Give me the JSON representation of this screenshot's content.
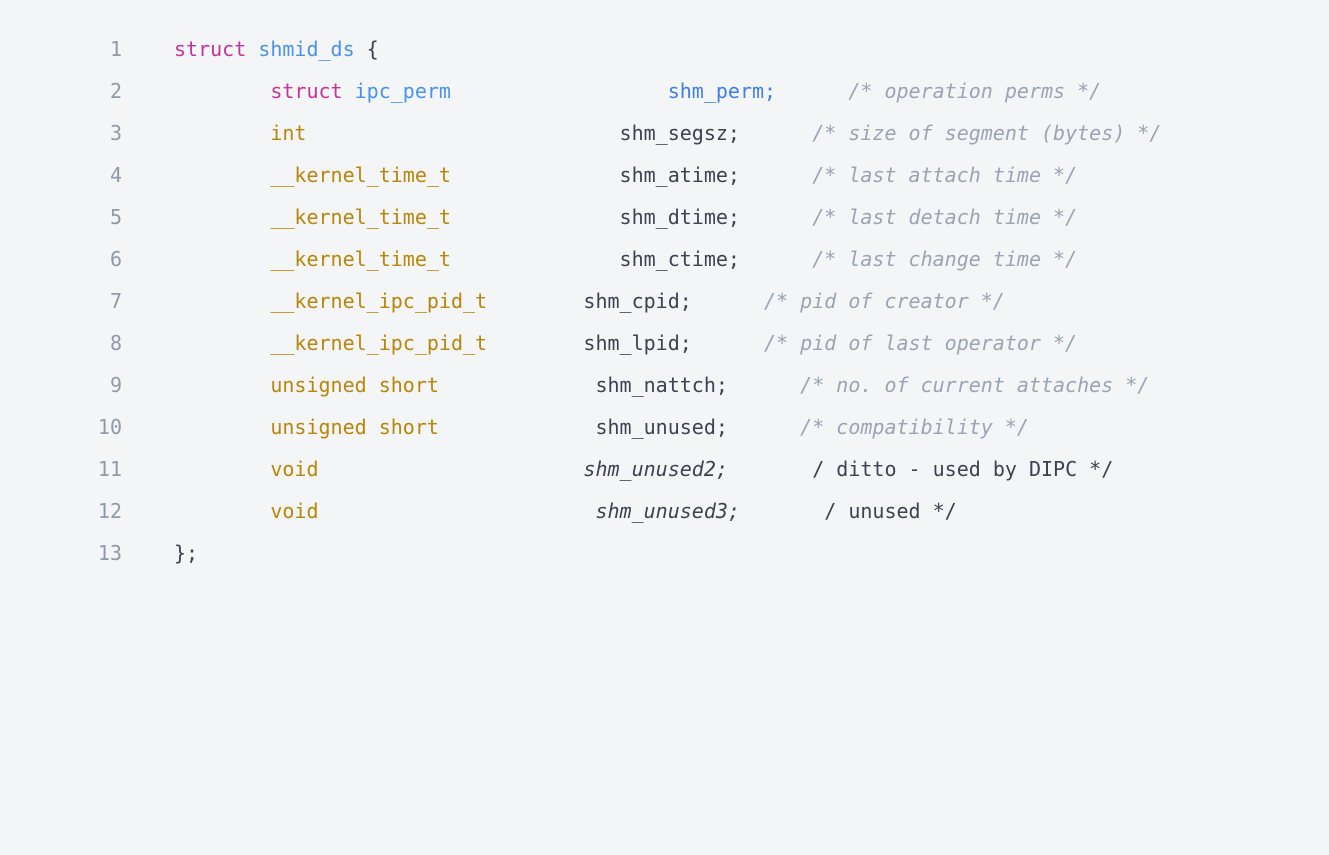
{
  "code_block": {
    "language": "c",
    "background_color": "#f4f5f7",
    "gutter_color": "#8f9aa8",
    "colors": {
      "keyword": "#c5339b",
      "classname": "#4b93e8",
      "type": "#b8860b",
      "identifier_blue": "#3f7fe8",
      "plain": "#3b4350",
      "comment": "#9aa4b2"
    },
    "lines": [
      {
        "number": "1",
        "tokens": [
          {
            "text": "struct ",
            "cls": "tok-keyword"
          },
          {
            "text": "shmid_ds",
            "cls": "tok-classname"
          },
          {
            "text": " {",
            "cls": "tok-punct"
          }
        ]
      },
      {
        "number": "2",
        "tokens": [
          {
            "text": "        ",
            "cls": "tok-plain"
          },
          {
            "text": "struct ",
            "cls": "tok-keyword"
          },
          {
            "text": "ipc_perm",
            "cls": "tok-classname"
          },
          {
            "text": "                  ",
            "cls": "tok-plain"
          },
          {
            "text": "shm_perm;",
            "cls": "tok-ident-blue"
          },
          {
            "text": "      ",
            "cls": "tok-plain"
          },
          {
            "text": "/* operation perms */",
            "cls": "tok-comment"
          }
        ]
      },
      {
        "number": "3",
        "tokens": [
          {
            "text": "        ",
            "cls": "tok-plain"
          },
          {
            "text": "int",
            "cls": "tok-type"
          },
          {
            "text": "                          ",
            "cls": "tok-plain"
          },
          {
            "text": "shm_segsz;",
            "cls": "tok-plain"
          },
          {
            "text": "      ",
            "cls": "tok-plain"
          },
          {
            "text": "/* size of segment (bytes) */",
            "cls": "tok-comment"
          }
        ]
      },
      {
        "number": "4",
        "tokens": [
          {
            "text": "        ",
            "cls": "tok-plain"
          },
          {
            "text": "__kernel_time_t",
            "cls": "tok-type"
          },
          {
            "text": "              ",
            "cls": "tok-plain"
          },
          {
            "text": "shm_atime;",
            "cls": "tok-plain"
          },
          {
            "text": "      ",
            "cls": "tok-plain"
          },
          {
            "text": "/* last attach time */",
            "cls": "tok-comment"
          }
        ]
      },
      {
        "number": "5",
        "tokens": [
          {
            "text": "        ",
            "cls": "tok-plain"
          },
          {
            "text": "__kernel_time_t",
            "cls": "tok-type"
          },
          {
            "text": "              ",
            "cls": "tok-plain"
          },
          {
            "text": "shm_dtime;",
            "cls": "tok-plain"
          },
          {
            "text": "      ",
            "cls": "tok-plain"
          },
          {
            "text": "/* last detach time */",
            "cls": "tok-comment"
          }
        ]
      },
      {
        "number": "6",
        "tokens": [
          {
            "text": "        ",
            "cls": "tok-plain"
          },
          {
            "text": "__kernel_time_t",
            "cls": "tok-type"
          },
          {
            "text": "              ",
            "cls": "tok-plain"
          },
          {
            "text": "shm_ctime;",
            "cls": "tok-plain"
          },
          {
            "text": "      ",
            "cls": "tok-plain"
          },
          {
            "text": "/* last change time */",
            "cls": "tok-comment"
          }
        ]
      },
      {
        "number": "7",
        "tokens": [
          {
            "text": "        ",
            "cls": "tok-plain"
          },
          {
            "text": "__kernel_ipc_pid_t",
            "cls": "tok-type"
          },
          {
            "text": "        ",
            "cls": "tok-plain"
          },
          {
            "text": "shm_cpid;",
            "cls": "tok-plain"
          },
          {
            "text": "      ",
            "cls": "tok-plain"
          },
          {
            "text": "/* pid of creator */",
            "cls": "tok-comment"
          }
        ]
      },
      {
        "number": "8",
        "tokens": [
          {
            "text": "        ",
            "cls": "tok-plain"
          },
          {
            "text": "__kernel_ipc_pid_t",
            "cls": "tok-type"
          },
          {
            "text": "        ",
            "cls": "tok-plain"
          },
          {
            "text": "shm_lpid;",
            "cls": "tok-plain"
          },
          {
            "text": "      ",
            "cls": "tok-plain"
          },
          {
            "text": "/* pid of last operator */",
            "cls": "tok-comment"
          }
        ]
      },
      {
        "number": "9",
        "tokens": [
          {
            "text": "        ",
            "cls": "tok-plain"
          },
          {
            "text": "unsigned short",
            "cls": "tok-type"
          },
          {
            "text": "             ",
            "cls": "tok-plain"
          },
          {
            "text": "shm_nattch;",
            "cls": "tok-plain"
          },
          {
            "text": "      ",
            "cls": "tok-plain"
          },
          {
            "text": "/* no. of current attaches */",
            "cls": "tok-comment"
          }
        ]
      },
      {
        "number": "10",
        "tokens": [
          {
            "text": "        ",
            "cls": "tok-plain"
          },
          {
            "text": "unsigned short",
            "cls": "tok-type"
          },
          {
            "text": "             ",
            "cls": "tok-plain"
          },
          {
            "text": "shm_unused;",
            "cls": "tok-plain"
          },
          {
            "text": "      ",
            "cls": "tok-plain"
          },
          {
            "text": "/* compatibility */",
            "cls": "tok-comment"
          }
        ]
      },
      {
        "number": "11",
        "tokens": [
          {
            "text": "        ",
            "cls": "tok-plain"
          },
          {
            "text": "void",
            "cls": "tok-type"
          },
          {
            "text": "                      ",
            "cls": "tok-plain"
          },
          {
            "text": "shm_unused2;",
            "cls": "tok-italic"
          },
          {
            "text": "       ",
            "cls": "tok-plain"
          },
          {
            "text": "/ ditto - used by DIPC */",
            "cls": "tok-broken"
          }
        ]
      },
      {
        "number": "12",
        "tokens": [
          {
            "text": "        ",
            "cls": "tok-plain"
          },
          {
            "text": "void",
            "cls": "tok-type"
          },
          {
            "text": "                       ",
            "cls": "tok-plain"
          },
          {
            "text": "shm_unused3;",
            "cls": "tok-italic"
          },
          {
            "text": "       ",
            "cls": "tok-plain"
          },
          {
            "text": "/ unused */",
            "cls": "tok-broken"
          }
        ]
      },
      {
        "number": "13",
        "tokens": [
          {
            "text": "};",
            "cls": "tok-punct"
          }
        ]
      }
    ]
  }
}
